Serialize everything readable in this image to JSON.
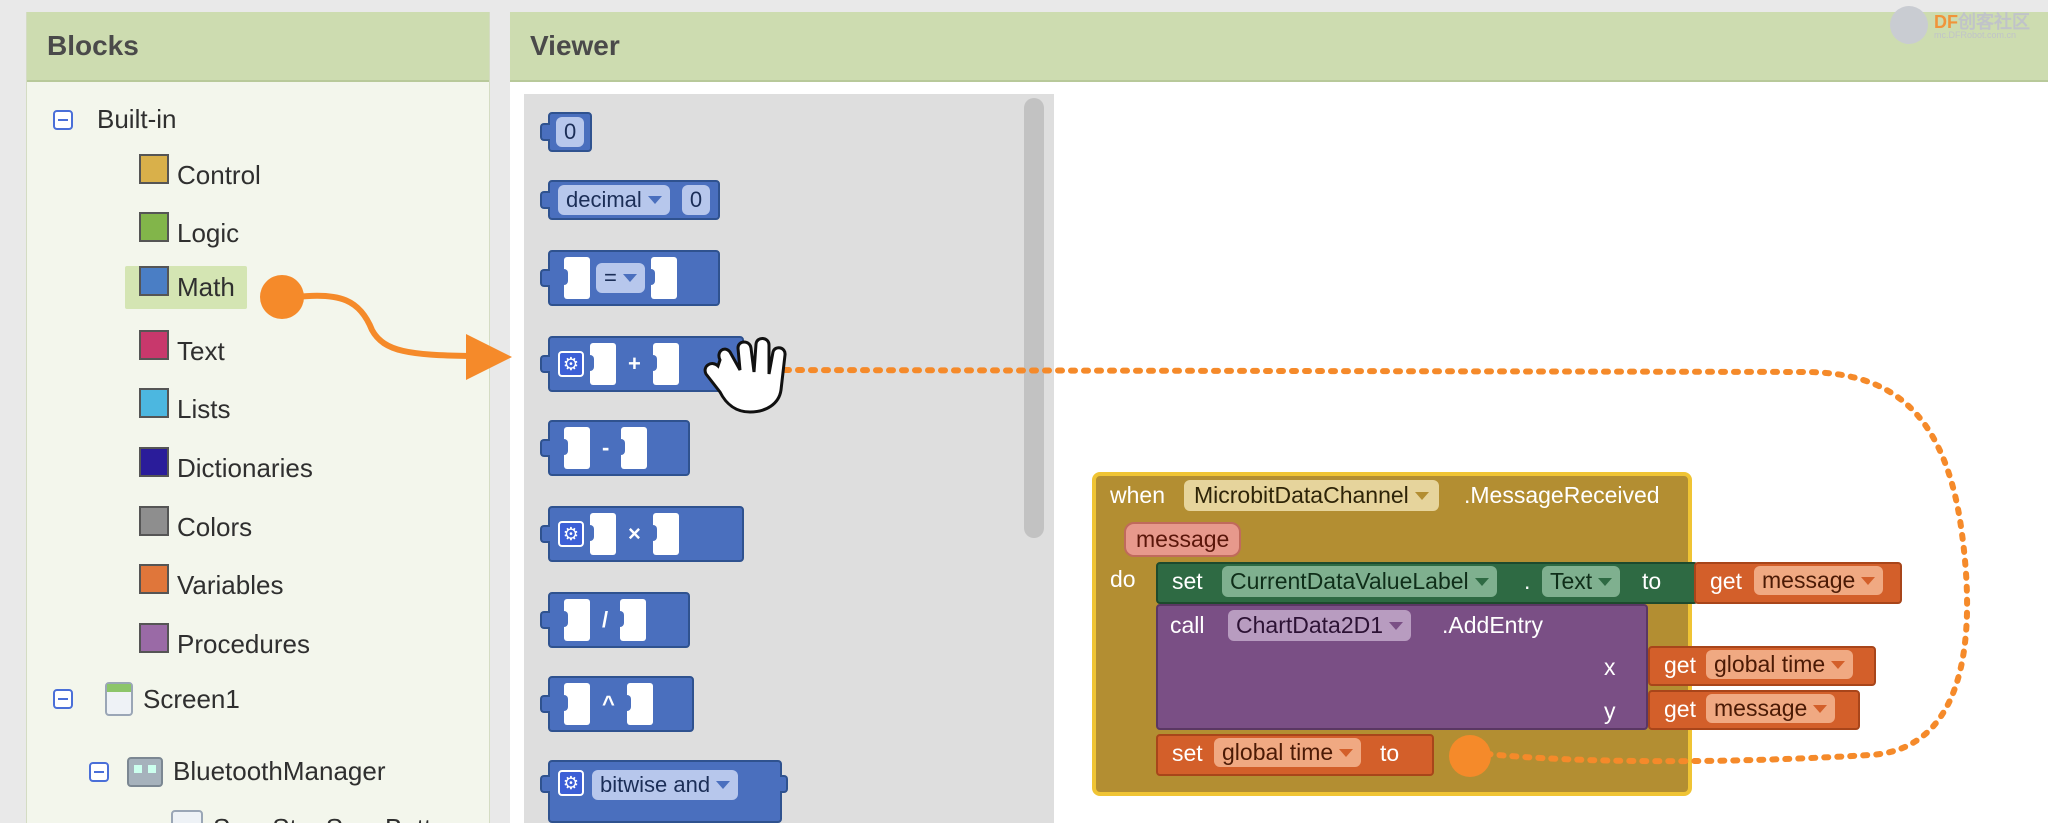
{
  "blocks_panel": {
    "title": "Blocks",
    "builtin_label": "Built-in",
    "categories": [
      {
        "label": "Control",
        "color": "#d9b04a"
      },
      {
        "label": "Logic",
        "color": "#82b54a"
      },
      {
        "label": "Math",
        "color": "#4a7ec5"
      },
      {
        "label": "Text",
        "color": "#c8386c"
      },
      {
        "label": "Lists",
        "color": "#4cb7e0"
      },
      {
        "label": "Dictionaries",
        "color": "#2a1c9a"
      },
      {
        "label": "Colors",
        "color": "#8e8e8e"
      },
      {
        "label": "Variables",
        "color": "#e0763a"
      },
      {
        "label": "Procedures",
        "color": "#9a6aa6"
      }
    ],
    "selected": "Math",
    "components": {
      "screen": "Screen1",
      "bluetooth": "BluetoothManager",
      "child_partial": "ScanStopScanButton"
    }
  },
  "viewer": {
    "title": "Viewer",
    "flyout": {
      "number_value": "0",
      "decimal_label": "decimal",
      "decimal_value": "0",
      "compare_op": "=",
      "add_op": "+",
      "subtract_op": "-",
      "multiply_op": "×",
      "divide_op": "/",
      "power_op": "^",
      "bitwise_label": "bitwise and",
      "gear_glyph": "⚙"
    },
    "event": {
      "when_label": "when",
      "component": "MicrobitDataChannel",
      "event_name": ".MessageReceived",
      "param": "message",
      "do_label": "do",
      "set1": {
        "set": "set",
        "component": "CurrentDataValueLabel",
        "dot": ".",
        "property": "Text",
        "to": "to",
        "get": "get",
        "var": "message"
      },
      "call": {
        "call": "call",
        "component": "ChartData2D1",
        "method": ".AddEntry",
        "x_label": "x",
        "y_label": "y",
        "x_get": "get",
        "x_var": "global time",
        "y_get": "get",
        "y_var": "message"
      },
      "set2": {
        "set": "set",
        "var": "global time",
        "to": "to"
      }
    }
  },
  "watermark": {
    "brand_accent": "DF",
    "brand": "创客社区",
    "url": "mc.DFRobot.com.cn"
  },
  "colors": {
    "accent_orange": "#f58a2a"
  }
}
